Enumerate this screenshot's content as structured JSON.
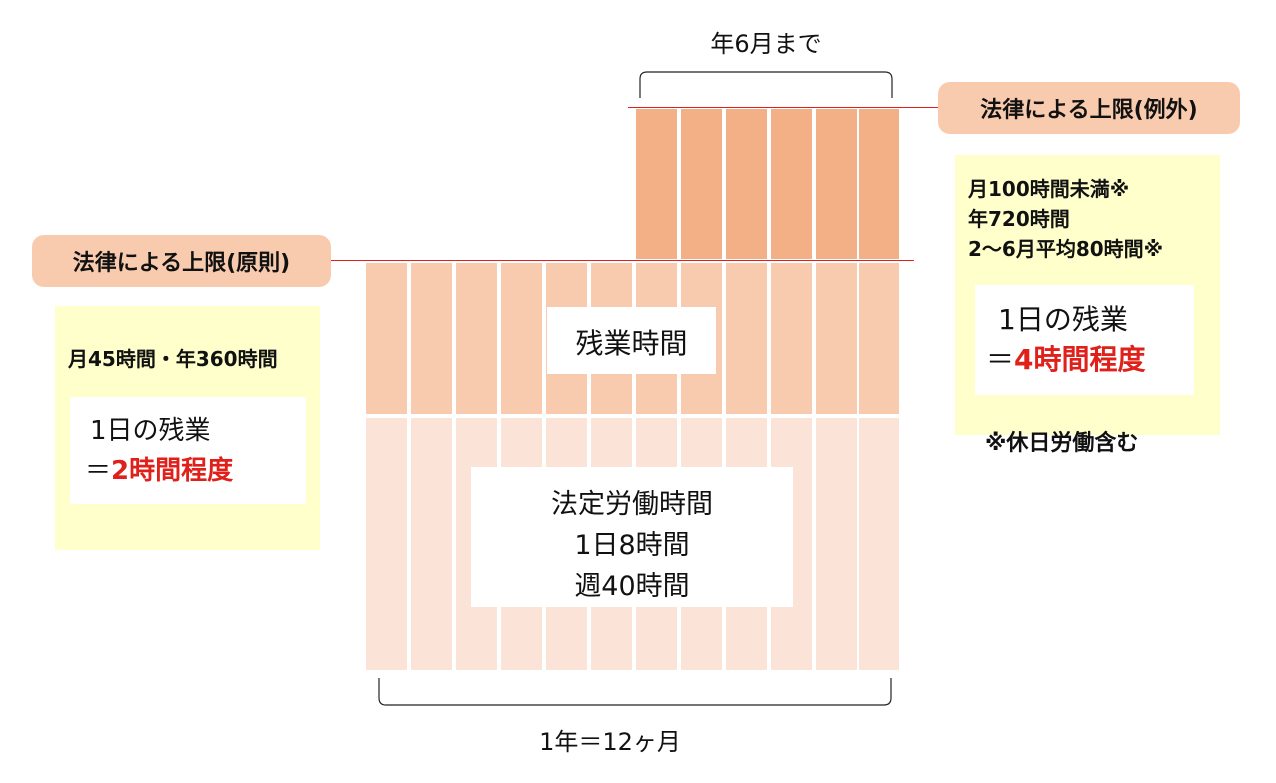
{
  "top_bracket_label": "年6月まで",
  "bottom_bracket_label": "1年＝12ヶ月",
  "exception": {
    "label": "法律による上限(例外)",
    "lines": [
      "月100時間未満※",
      "年720時間",
      "2〜6月平均80時間※"
    ],
    "daily_prefix": "1日の残業",
    "daily_eq": "＝",
    "daily_value": "4時間程度",
    "note": "※休日労働含む"
  },
  "principle": {
    "label": "法律による上限(原則)",
    "limits": "月45時間・年360時間",
    "daily_prefix": "1日の残業",
    "daily_eq": "＝",
    "daily_value": "2時間程度"
  },
  "overtime_label": "残業時間",
  "legal_hours": {
    "title": "法定労働時間",
    "daily": "1日8時間",
    "weekly": "週40時間"
  },
  "colors": {
    "legal_hours": "#fbe4d7",
    "overtime": "#f8cbae",
    "exception_overtime": "#f3b087",
    "limit_line": "#e0201a",
    "note_bg": "#ffffcc",
    "emphasis": "#e0201a"
  },
  "months_total": 12,
  "exception_months": 6
}
